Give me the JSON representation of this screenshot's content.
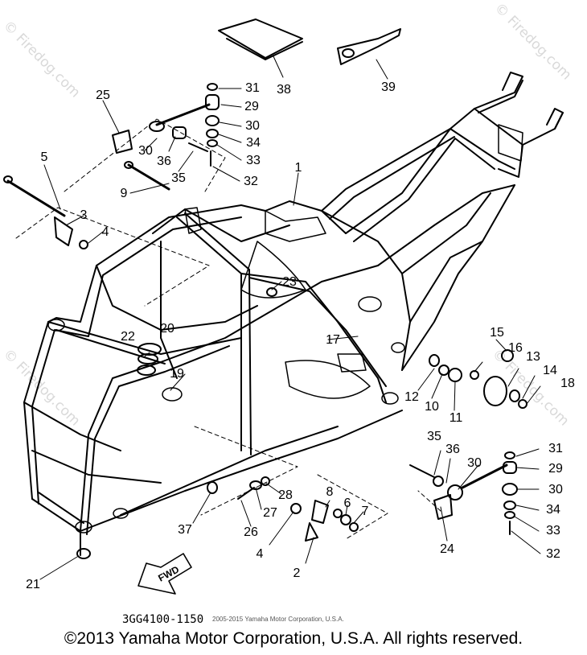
{
  "part_numbers": {
    "p1": "1",
    "p2": "2",
    "p3": "3",
    "p4a": "4",
    "p4b": "4",
    "p5": "5",
    "p6": "6",
    "p7": "7",
    "p8": "8",
    "p9": "9",
    "p10": "10",
    "p11": "11",
    "p12": "12",
    "p13": "13",
    "p14": "14",
    "p15": "15",
    "p16": "16",
    "p17": "17",
    "p18": "18",
    "p19": "19",
    "p20": "20",
    "p21": "21",
    "p22": "22",
    "p23": "23",
    "p24": "24",
    "p25": "25",
    "p26": "26",
    "p27": "27",
    "p28": "28",
    "p29a": "29",
    "p29b": "29",
    "p30a": "30",
    "p30b": "30",
    "p30c": "30",
    "p30d": "30",
    "p31a": "31",
    "p31b": "31",
    "p32a": "32",
    "p32b": "32",
    "p33a": "33",
    "p33b": "33",
    "p34a": "34",
    "p34b": "34",
    "p35a": "35",
    "p35b": "35",
    "p36a": "36",
    "p36b": "36",
    "p37": "37",
    "p38": "38",
    "p39": "39"
  },
  "diagram_code": "3GG4100-1150",
  "code_copyright": "2005-2015 Yamaha Motor Corporation, U.S.A.",
  "fwd_label": "FWD",
  "watermark": "© Firedog.com",
  "footer_text": "©2013 Yamaha Motor Corporation, U.S.A. All rights reserved."
}
